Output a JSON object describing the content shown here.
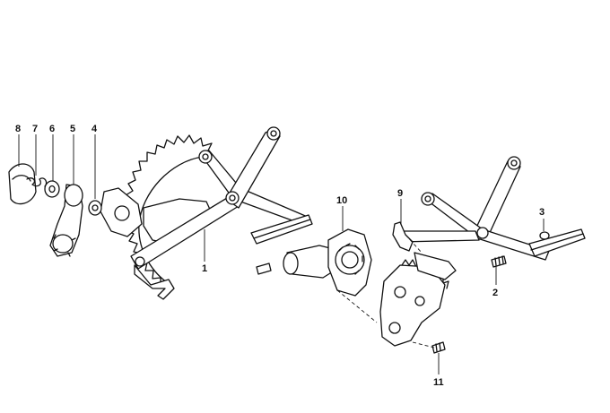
{
  "diagram": {
    "part_numbers": {
      "p1": "1",
      "p2": "2",
      "p3": "3",
      "p4": "4",
      "p5": "5",
      "p6": "6",
      "p7": "7",
      "p8": "8",
      "p9": "9",
      "p10": "10",
      "p11": "11"
    }
  }
}
